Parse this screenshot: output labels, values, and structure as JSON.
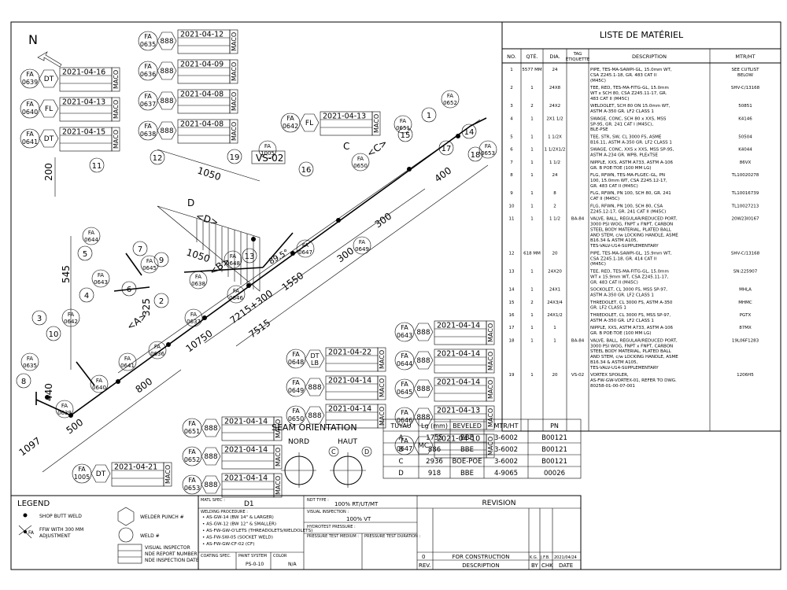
{
  "north_label": "N",
  "welds": [
    {
      "t1": "FA",
      "t2": "0635",
      "ty": "888",
      "d": "2021-04-12",
      "w": "MACO"
    },
    {
      "t1": "FA",
      "t2": "0636",
      "ty": "888",
      "d": "2021-04-09",
      "w": "MACO"
    },
    {
      "t1": "FA",
      "t2": "0637",
      "ty": "888",
      "d": "2021-04-08",
      "w": "MACO"
    },
    {
      "t1": "FA",
      "t2": "0638",
      "ty": "888",
      "d": "2021-04-08",
      "w": "MACO"
    },
    {
      "t1": "FA",
      "t2": "0639",
      "ty": "DT",
      "d": "2021-04-16",
      "w": "MACO"
    },
    {
      "t1": "FA",
      "t2": "0640",
      "ty": "FL",
      "d": "2021-04-13",
      "w": "MACO"
    },
    {
      "t1": "FA",
      "t2": "0641",
      "ty": "DT",
      "d": "2021-04-15",
      "w": "MACO"
    },
    {
      "t1": "FA",
      "t2": "0642",
      "ty": "FL",
      "d": "2021-04-13",
      "w": "MACO"
    },
    {
      "t1": "FA",
      "t2": "0643",
      "ty": "888",
      "d": "2021-04-14",
      "w": "MACO"
    },
    {
      "t1": "FA",
      "t2": "0644",
      "ty": "888",
      "d": "2021-04-14",
      "w": "MACO"
    },
    {
      "t1": "FA",
      "t2": "0645",
      "ty": "888",
      "d": "2021-04-14",
      "w": "MACO"
    },
    {
      "t1": "FA",
      "t2": "0646",
      "ty": "888",
      "d": "2021-04-13",
      "w": "MACO"
    },
    {
      "t1": "FA",
      "t2": "0647",
      "ty": "MC",
      "d": "2021-04-10",
      "w": "MACO"
    },
    {
      "t1": "FA",
      "t2": "0648",
      "ty": "DT LB",
      "d": "2021-04-22",
      "w": "MACO"
    },
    {
      "t1": "FA",
      "t2": "0649",
      "ty": "888",
      "d": "2021-04-14",
      "w": "MACO"
    },
    {
      "t1": "FA",
      "t2": "0650",
      "ty": "888",
      "d": "2021-04-14",
      "w": "MACO"
    },
    {
      "t1": "FA",
      "t2": "0651",
      "ty": "888",
      "d": "2021-04-14",
      "w": "MACO"
    },
    {
      "t1": "FA",
      "t2": "0652",
      "ty": "888",
      "d": "2021-04-14",
      "w": "MACO"
    },
    {
      "t1": "FA",
      "t2": "1005",
      "ty": "DT",
      "d": "2021-04-21",
      "w": "MACO"
    },
    {
      "t1": "FA",
      "t2": "0653",
      "ty": "888",
      "d": "2021-04-14",
      "w": "MACO"
    }
  ],
  "iso_weld_tags": [
    "0635",
    "0636",
    "0637",
    "0638",
    "0639",
    "0640",
    "0641",
    "0642",
    "0643",
    "0644",
    "0645",
    "0646",
    "0647",
    "0648",
    "0649",
    "0650",
    "0651",
    "0652",
    "0653"
  ],
  "iso_weld_extra": {
    "t1": "FA",
    "t2": "1005"
  },
  "item_numbers": [
    "1",
    "2",
    "3",
    "4",
    "5",
    "6",
    "7",
    "8",
    "9",
    "10",
    "11",
    "12",
    "13",
    "14",
    "15",
    "16",
    "17",
    "18",
    "19"
  ],
  "dimensions": {
    "d1050a": "1050",
    "d1050b": "1050",
    "d200": "200",
    "d545": "545",
    "d325": "325",
    "d440": "440",
    "d1097": "1097",
    "d500": "500",
    "d800": "800",
    "d10750": "10750",
    "d7215": "7215+300",
    "d7515": "7515",
    "d1550": "1550",
    "d300a": "300",
    "d300b": "300",
    "d400": "400",
    "ang": "89.5°",
    "vs": "VS-02",
    "la": "<A>",
    "lb": "<B>",
    "lc": "<C>",
    "ld": "<D>",
    "ld2": "D",
    "lc2": "C"
  },
  "bom": {
    "title": "LISTE DE MATÉRIEL",
    "headers": [
      "NO.",
      "QTÉ.",
      "DIA.",
      "TAG ÉTIQUETTE",
      "DESCRIPTION",
      "MTR/HT"
    ],
    "rows": [
      {
        "no": "1",
        "qty": "5577 MM",
        "dia": "24",
        "tag": "",
        "desc": [
          "PIPE, TES-MA-SAWPI-GL, 15.0mm WT,",
          "CSA Z245.1-18, GR. 483 CAT II",
          "(M45C)"
        ],
        "mtr": [
          "SEE CUTLIST",
          "BELOW"
        ]
      },
      {
        "no": "2",
        "qty": "1",
        "dia": "24X8",
        "tag": "",
        "desc": [
          "TEE, RED, TES-MA-FITG-GL, 15.0mm",
          "WT x SCH 80, CSA Z245.11-17, GR.",
          "483 CAT II (M45C)"
        ],
        "mtr": [
          "SHV-C/13168"
        ]
      },
      {
        "no": "3",
        "qty": "2",
        "dia": "24X2",
        "tag": "",
        "desc": [
          "WELDOLET, SCH 80 ON 15.0mm WT,",
          "ASTM A-350 GR. LF2 CLASS 1"
        ],
        "mtr": [
          "50851"
        ]
      },
      {
        "no": "4",
        "qty": "1",
        "dia": "2X1 1/2",
        "tag": "",
        "desc": [
          "SWAGE, CONC, SCH 80 x XXS, MSS",
          "SP-95, GR. 241 CAT I (M45C),",
          "BLE-PSE"
        ],
        "mtr": [
          "K4146"
        ]
      },
      {
        "no": "5",
        "qty": "1",
        "dia": "1 1/2X",
        "tag": "",
        "desc": [
          "TEE, STR, SW, CL 3000 FS, ASME",
          "B16.11, ASTM A-350 GR. LF2 CLASS 1"
        ],
        "mtr": [
          "50504"
        ]
      },
      {
        "no": "6",
        "qty": "1",
        "dia": "1 1/2X1/2",
        "tag": "",
        "desc": [
          "SWAGE, CONC, XXS x XXS, MSS SP-95,",
          "ASTM A-234 GR. WPB, PLExTSE"
        ],
        "mtr": [
          "K4044"
        ]
      },
      {
        "no": "7",
        "qty": "1",
        "dia": "1 1/2",
        "tag": "",
        "desc": [
          "NIPPLE, XXS, ASTM A733, ASTM A-106",
          "GR. B POE-TOE (100 MM LG)"
        ],
        "mtr": [
          "86VX"
        ]
      },
      {
        "no": "8",
        "qty": "1",
        "dia": "24",
        "tag": "",
        "desc": [
          "FLG, RFWN, TES-MA-FLGEC-GL, PN",
          "100, 15.0mm WT, CSA Z245.12-17,",
          "GR. 483 CAT II (M45C)"
        ],
        "mtr": [
          "TL10020278"
        ]
      },
      {
        "no": "9",
        "qty": "1",
        "dia": "8",
        "tag": "",
        "desc": [
          "FLG, RFWN, PN 100, SCH 80, GR. 241",
          "CAT II (M45C)"
        ],
        "mtr": [
          "TL10016739"
        ]
      },
      {
        "no": "10",
        "qty": "1",
        "dia": "2",
        "tag": "",
        "desc": [
          "FLG, RFWN, PN 100, SCH 80, CSA",
          "Z245.12-17, GR. 241 CAT II (M45C)"
        ],
        "mtr": [
          "TL10027213"
        ]
      },
      {
        "no": "11",
        "qty": "1",
        "dia": "1 1/2",
        "tag": "BA-84",
        "desc": [
          "VALVE, BALL, REGULAR/REDUCED PORT,",
          "3000 PSI WOG, FNPT x FNPT, CARBON",
          "STEEL BODY MATERIAL, PLATED BALL",
          "AND STEM, c/w LOCKING HANDLE, ASME",
          "B16.34 & ASTM A105,",
          "TES-VALV-U14-SUPPLEMENTARY"
        ],
        "mtr": [
          "20W23I0167"
        ]
      },
      {
        "no": "12",
        "qty": "618 MM",
        "dia": "20",
        "tag": "",
        "desc": [
          "PIPE, TES-MA-SAWPI-GL, 15.9mm WT,",
          "CSA Z245.1-18, GR. 414 CAT II",
          "(M45C)"
        ],
        "mtr": [
          "SHV-C/13168"
        ]
      },
      {
        "no": "13",
        "qty": "1",
        "dia": "24X20",
        "tag": "",
        "desc": [
          "TEE, RED, TES-MA-FITG-GL, 15.0mm",
          "WT x 15.9mm WT, CSA Z245.11-17,",
          "GR. 483 CAT II (M45C)"
        ],
        "mtr": [
          "SN:225907"
        ]
      },
      {
        "no": "14",
        "qty": "1",
        "dia": "24X1",
        "tag": "",
        "desc": [
          "SOCKOLET, CL 3000 FS, MSS SP-97,",
          "ASTM A-350 GR. LF2 CLASS 1"
        ],
        "mtr": [
          "MHLA"
        ]
      },
      {
        "no": "15",
        "qty": "2",
        "dia": "24X3/4",
        "tag": "",
        "desc": [
          "THREDOLET, CL 3000 FS, ASTM A-350",
          "GR. LF2 CLASS 1"
        ],
        "mtr": [
          "MHMC"
        ]
      },
      {
        "no": "16",
        "qty": "1",
        "dia": "24X1/2",
        "tag": "",
        "desc": [
          "THREDOLET, CL 3000 FS, MSS SP-97,",
          "ASTM A-350 GR. LF2 CLASS 1"
        ],
        "mtr": [
          "PGTX"
        ]
      },
      {
        "no": "17",
        "qty": "1",
        "dia": "1",
        "tag": "",
        "desc": [
          "NIPPLE, XXS, ASTM A733, ASTM A-106",
          "GR. B POE-TOE (100 MM LG)"
        ],
        "mtr": [
          "87MX"
        ]
      },
      {
        "no": "18",
        "qty": "1",
        "dia": "1",
        "tag": "BA-84",
        "desc": [
          "VALVE, BALL, REGULAR/REDUCED PORT,",
          "3000 PSI WOG, FNPT x FNPT, CARBON",
          "STEEL BODY MATERIAL, PLATED BALL",
          "AND STEM, c/w LOCKING HANDLE, ASME",
          "B16.34 & ASTM A105,",
          "TES-VALV-U14-SUPPLEMENTARY"
        ],
        "mtr": [
          "19L06F1283"
        ]
      },
      {
        "no": "19",
        "qty": "1",
        "dia": "20",
        "tag": "VS-02",
        "desc": [
          "VORTEX SPOILER,",
          "AS-FW-GW-VORTEX-01, REFER TO DWG.",
          "80258-01-00-07-001"
        ],
        "mtr": [
          "1206H5"
        ]
      }
    ]
  },
  "cutlist": {
    "headers": [
      "TUYAU",
      "Lg (mm)",
      "BEVELED",
      "MTR/HT",
      "PN"
    ],
    "rows": [
      [
        "A",
        "1755",
        "BBE",
        "3-6002",
        "B00121"
      ],
      [
        "B",
        "886",
        "BBE",
        "3-6002",
        "B00121"
      ],
      [
        "C",
        "2936",
        "BOE-POE",
        "3-6002",
        "B00121"
      ],
      [
        "D",
        "918",
        "BBE",
        "4-9065",
        "00026"
      ]
    ]
  },
  "seam": {
    "title": "SEAM ORIENTATION",
    "nord": "NORD",
    "haut": "HAUT",
    "c": "C",
    "d": "D"
  },
  "legend": {
    "title": "LEGEND",
    "shop_butt": "SHOP BUTT WELD",
    "ffw": "FFW WITH 300 MM",
    "ffw2": "ADJUSTMENT",
    "fa": "FA",
    "welder": "WELDER PUNCH #",
    "weldno": "WELD #",
    "insp": "VISUAL INSPECTOR",
    "nde": "NDE REPORT NUMBER",
    "ndedate": "NDE INSPECTION DATE"
  },
  "title_block": {
    "matl_label": "MATL SPEC :",
    "matl_value": "D1",
    "ndt_label": "NDT TYPE :",
    "ndt_value": "100% RT/UT/MT",
    "weld_proc_label": "WELDING PROCEDURE :",
    "procs": [
      "AS-GW-14  (BW 14\" & LARGER)",
      "AS-GW-12  (BW 12\" & SMALLER)",
      "AS-FW-GW-O'LETS  (THREADOLETS/WELDOLETS)",
      "AS-FW-SW-05  (SOCKET WELD)",
      "AS-FW-GW-CF-02  (CF)"
    ],
    "visual_label": "VISUAL INSPECTION :",
    "visual_value": "100% VT",
    "hydro_label": "HYDROTEST PRESSURE :",
    "ptm_label": "PRESSURE TEST MEDIUM :",
    "ptd_label": "PRESSURE TEST DURATION :",
    "coating_label": "COATING SPEC.",
    "paint_label": "PAINT SYSTEM",
    "paint_value": "PS-0-10",
    "color_label": "COLOR",
    "color_value": "N/A",
    "revision_title": "REVISION",
    "rev_row": {
      "rev": "0",
      "desc": "FOR CONSTRUCTION",
      "by": "K.G.",
      "chk": "J.F.B.",
      "date": "2021/04/24"
    },
    "rev_hdr": {
      "rev": "REV.",
      "desc": "DESCRIPTION",
      "by": "BY",
      "chk": "CHK",
      "date": "DATE"
    }
  }
}
